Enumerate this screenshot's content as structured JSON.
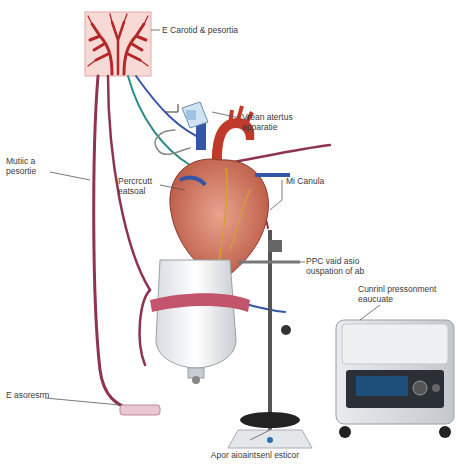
{
  "diagram": {
    "labels": [
      "E Carotid & pesortia",
      "Vrean atertus apparatie",
      "Mutiic a pesortie",
      "Percrcutt eatsoal",
      "Mi Canula",
      "PPC vaid asio ouspation of ab",
      "Cunrinl pressonment eaucuate",
      "E asoresrm",
      "Apor aioaintsenl esticor"
    ]
  }
}
